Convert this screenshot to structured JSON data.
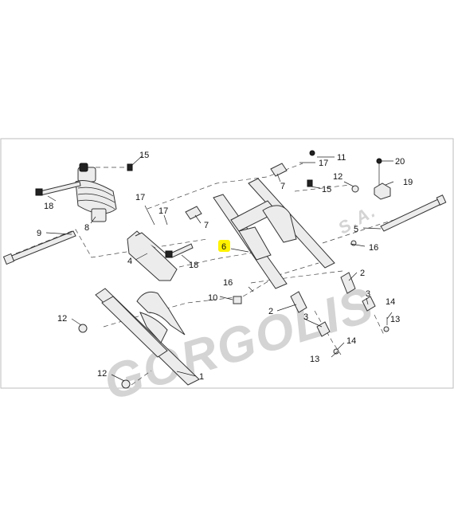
{
  "diagram": {
    "watermark": {
      "brand": "GORGOLIS",
      "suffix": "S.A."
    },
    "callouts": {
      "c1": "1",
      "c2a": "2",
      "c2b": "2",
      "c3a": "3",
      "c3b": "3",
      "c4": "4",
      "c5": "5",
      "c6": "6",
      "c7a": "7",
      "c7b": "7",
      "c8": "8",
      "c9": "9",
      "c10": "10",
      "c11": "11",
      "c12a": "12",
      "c12b": "12",
      "c12c": "12",
      "c13a": "13",
      "c13b": "13",
      "c14a": "14",
      "c14b": "14",
      "c15a": "15",
      "c15b": "15",
      "c16a": "16",
      "c16b": "16",
      "c17a": "17",
      "c17b": "17",
      "c17c": "17",
      "c18a": "18",
      "c18b": "18",
      "c19": "19",
      "c20": "20"
    },
    "highlight_color": "#fff200"
  }
}
